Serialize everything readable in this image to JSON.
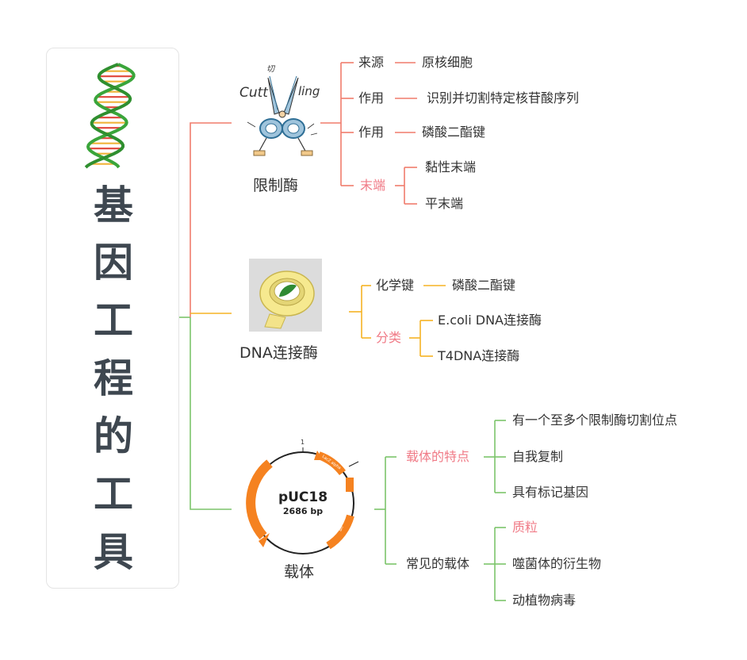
{
  "title": {
    "chars": [
      "基",
      "因",
      "工",
      "程",
      "的",
      "工",
      "具"
    ]
  },
  "colors": {
    "red": "#f07c6c",
    "orange": "#f5b324",
    "green": "#7cc46a",
    "pink": "#f07a86",
    "text": "#333333",
    "titleText": "#3e4750",
    "plasmidOrange": "#f58220"
  },
  "branches": {
    "restriction": {
      "label": "限制酶",
      "items": {
        "source_key": "来源",
        "source_val": "原核细胞",
        "role1_key": "作用",
        "role1_val": "识别并切割特定核苷酸序列",
        "role2_key": "作用",
        "role2_val": "磷酸二酯键",
        "end_key": "末端",
        "end_val1": "黏性末端",
        "end_val2": "平末端"
      },
      "image_text": {
        "left": "Cutt",
        "right": "ling",
        "top": "切"
      }
    },
    "ligase": {
      "label": "DNA连接酶",
      "items": {
        "bond_key": "化学键",
        "bond_val": "磷酸二酯键",
        "class_key": "分类",
        "class_val1": "E.coli DNA连接酶",
        "class_val2": "T4DNA连接酶"
      }
    },
    "vector": {
      "label": "载体",
      "features_key": "载体的特点",
      "features": [
        "有一个至多个限制酶切割位点",
        "自我复制",
        "具有标记基因"
      ],
      "common_key": "常见的载体",
      "common": [
        "质粒",
        "噬菌体的衍生物",
        "动植物病毒"
      ],
      "plasmid": {
        "name": "pUC18",
        "size": "2686 bp",
        "origin_mark": "1",
        "feature_labels": [
          "Ampicillin",
          "LacZ alpha",
          "ori"
        ]
      }
    }
  }
}
